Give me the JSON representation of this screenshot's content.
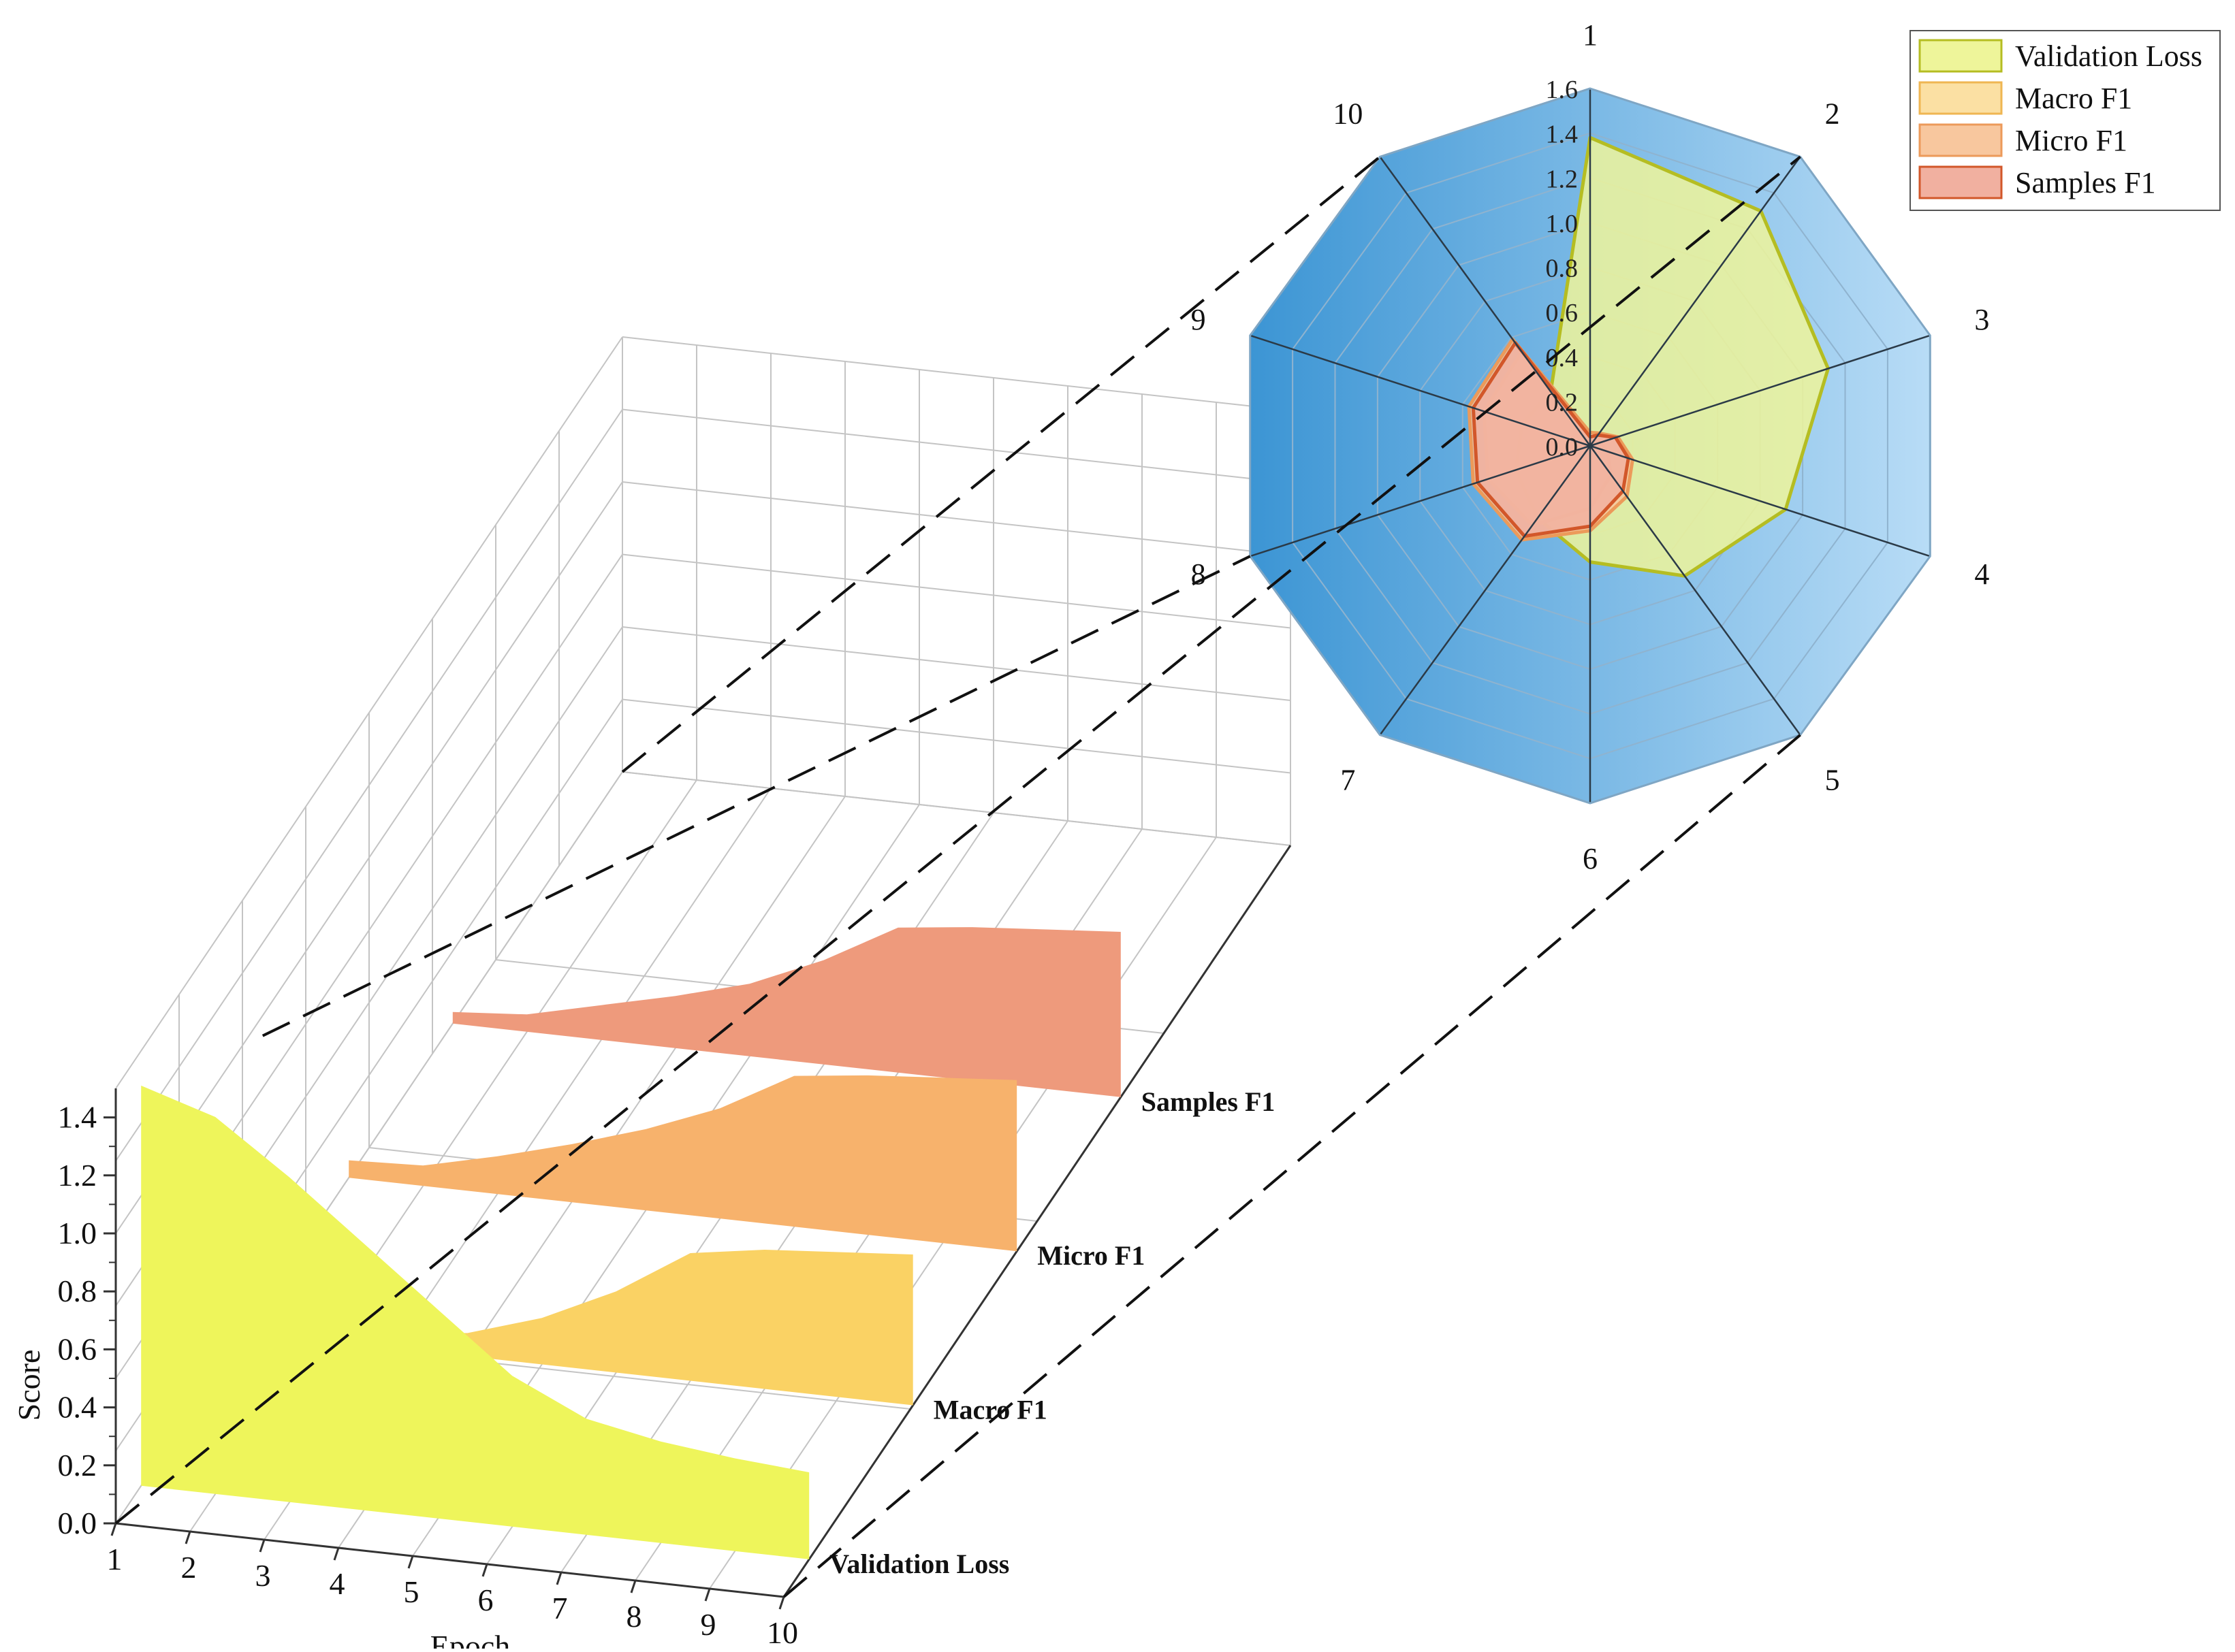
{
  "chart_data": [
    {
      "type": "area",
      "title": "",
      "xlabel": "Epoch",
      "ylabel": "Score",
      "x": [
        1,
        2,
        3,
        4,
        5,
        6,
        7,
        8,
        9,
        10
      ],
      "xlim": [
        1,
        10
      ],
      "ylim": [
        0.0,
        1.5
      ],
      "xticks": [
        "1",
        "2",
        "3",
        "4",
        "5",
        "6",
        "7",
        "8",
        "9",
        "10"
      ],
      "yticks": [
        "0.0",
        "0.2",
        "0.4",
        "0.6",
        "0.8",
        "1.0",
        "1.2",
        "1.4"
      ],
      "grid": true,
      "series": [
        {
          "name": "Validation Loss",
          "color": "#eef55b",
          "values": [
            1.38,
            1.3,
            1.12,
            0.92,
            0.72,
            0.52,
            0.4,
            0.35,
            0.32,
            0.3
          ]
        },
        {
          "name": "Macro F1",
          "color": "#fad264",
          "values": [
            0.0,
            0.03,
            0.05,
            0.08,
            0.16,
            0.28,
            0.44,
            0.48,
            0.5,
            0.52
          ]
        },
        {
          "name": "Micro F1",
          "color": "#f7b26c",
          "values": [
            0.06,
            0.07,
            0.13,
            0.2,
            0.28,
            0.38,
            0.52,
            0.55,
            0.57,
            0.59
          ]
        },
        {
          "name": "Samples F1",
          "color": "#ee9a7c",
          "values": [
            0.04,
            0.06,
            0.12,
            0.18,
            0.25,
            0.36,
            0.5,
            0.53,
            0.55,
            0.57
          ]
        }
      ]
    },
    {
      "type": "radar",
      "title": "",
      "categories": [
        "1",
        "2",
        "3",
        "4",
        "5",
        "6",
        "7",
        "8",
        "9",
        "10"
      ],
      "rlim": [
        0.0,
        1.6
      ],
      "rticks": [
        "0.0",
        "0.2",
        "0.4",
        "0.6",
        "0.8",
        "1.0",
        "1.2",
        "1.4",
        "1.6"
      ],
      "background_colors": [
        "#b8dcf6",
        "#3c95d4"
      ],
      "legend": "top-right",
      "series": [
        {
          "name": "Validation Loss",
          "color": "#eef59a",
          "edge": "#b5bd22",
          "values": [
            1.38,
            1.3,
            1.12,
            0.92,
            0.72,
            0.52,
            0.4,
            0.35,
            0.32,
            0.3
          ]
        },
        {
          "name": "Macro F1",
          "color": "#fbe0a3",
          "edge": "#efb652",
          "values": [
            0.0,
            0.03,
            0.05,
            0.08,
            0.16,
            0.28,
            0.44,
            0.48,
            0.5,
            0.52
          ]
        },
        {
          "name": "Micro F1",
          "color": "#f8c79e",
          "edge": "#ec9a5a",
          "values": [
            0.06,
            0.07,
            0.13,
            0.2,
            0.28,
            0.38,
            0.52,
            0.55,
            0.57,
            0.59
          ]
        },
        {
          "name": "Samples F1",
          "color": "#f1b0a0",
          "edge": "#d2572a",
          "values": [
            0.04,
            0.06,
            0.12,
            0.18,
            0.25,
            0.36,
            0.5,
            0.53,
            0.55,
            0.57
          ]
        }
      ]
    }
  ]
}
